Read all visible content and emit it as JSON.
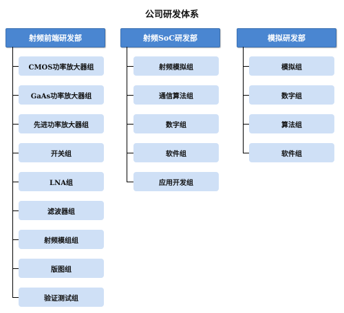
{
  "title": "公司研发体系",
  "departments": [
    {
      "name": "射频前端研发部",
      "groups": [
        "CMOS功率放大器组",
        "GaAs功率放大器组",
        "先进功率放大器组",
        "开关组",
        "LNA组",
        "滤波器组",
        "射频模组组",
        "版图组",
        "验证测试组"
      ]
    },
    {
      "name": "射频SoC研发部",
      "groups": [
        "射频模拟组",
        "通信算法组",
        "数字组",
        "软件组",
        "应用开发组"
      ]
    },
    {
      "name": "模拟研发部",
      "groups": [
        "模拟组",
        "数字组",
        "算法组",
        "软件组"
      ]
    }
  ]
}
